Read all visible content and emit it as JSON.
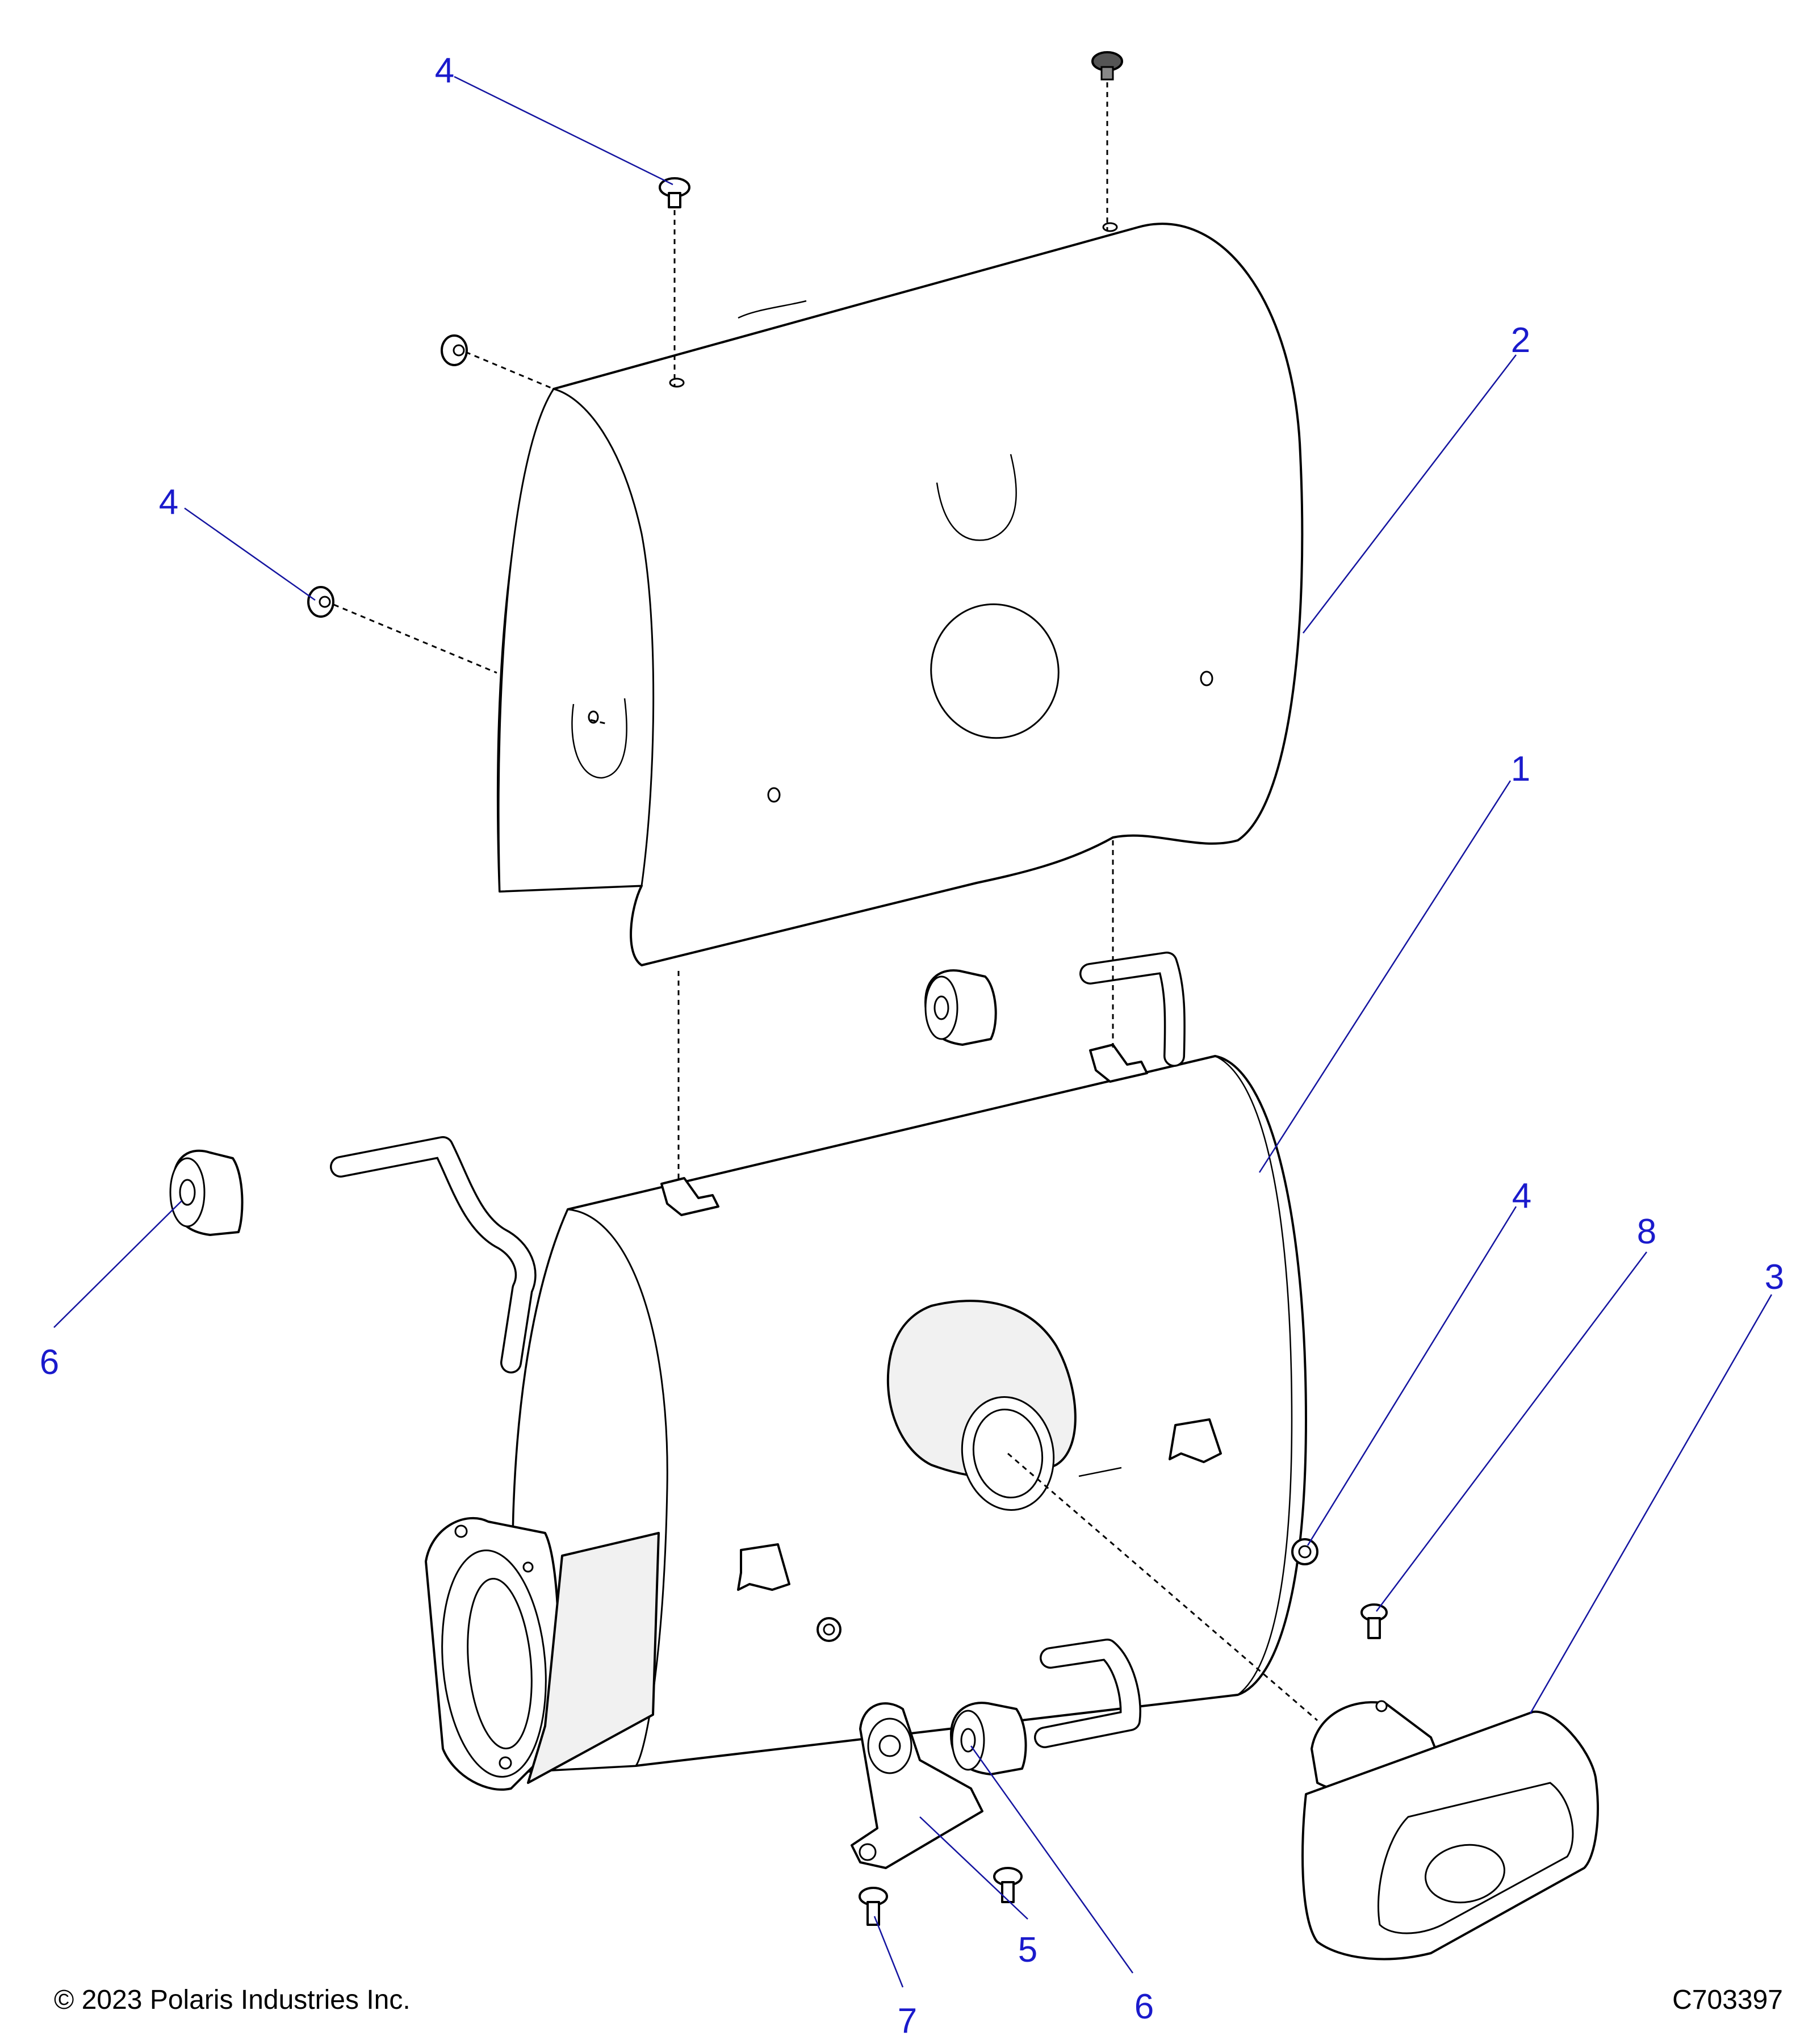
{
  "diagram": {
    "callouts": [
      "4",
      "4",
      "2",
      "1",
      "4",
      "8",
      "3",
      "6",
      "6",
      "5",
      "7"
    ]
  },
  "footer": {
    "copyright": "© 2023 Polaris Industries Inc.",
    "code": "C703397"
  },
  "colors": {
    "callout": "#1a1acc",
    "leader": "#1414a0",
    "line": "#000000"
  }
}
